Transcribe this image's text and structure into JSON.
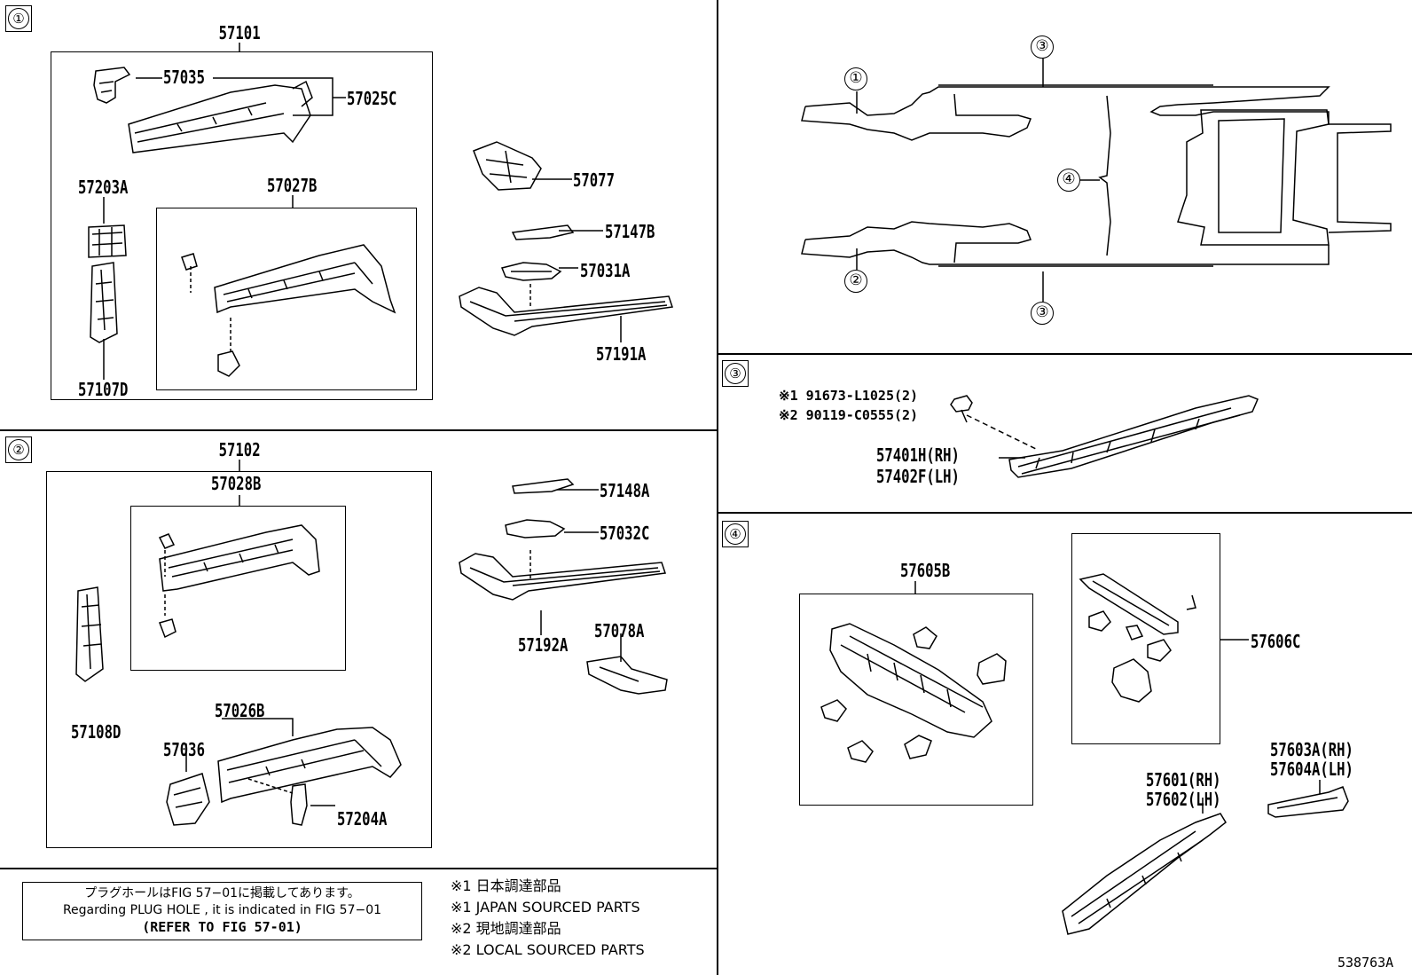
{
  "sections": {
    "s1": "①",
    "s2": "②",
    "s3": "③",
    "s4": "④"
  },
  "section1": {
    "assembly": "57101",
    "p57035": "57035",
    "p57025c": "57025C",
    "p57203a": "57203A",
    "p57027b": "57027B",
    "p57107d": "57107D",
    "p57077": "57077",
    "p57147b": "57147B",
    "p57031a": "57031A",
    "p57191a": "57191A"
  },
  "section2": {
    "assembly": "57102",
    "p57028b": "57028B",
    "p57148a": "57148A",
    "p57032c": "57032C",
    "p57192a": "57192A",
    "p57078a": "57078A",
    "p57108d": "57108D",
    "p57026b": "57026B",
    "p57036": "57036",
    "p57204a": "57204A"
  },
  "overview": {
    "c1": "①",
    "c2": "②",
    "c3a": "③",
    "c3b": "③",
    "c4": "④"
  },
  "section3": {
    "bolt1": "※1 91673-L1025(2)",
    "bolt2": "※2 90119-C0555(2)",
    "rh": "57401H(RH)",
    "lh": "57402F(LH)"
  },
  "section4": {
    "p57605b": "57605B",
    "p57606c": "57606C",
    "p57603a": "57603A(RH)",
    "p57604a": "57604A(LH)",
    "p57601": "57601(RH)",
    "p57602": "57602(LH)"
  },
  "note": {
    "line1": "プラグホールはFIG 57−01に掲載してあります。",
    "line2": "Regarding PLUG HOLE , it is indicated in FIG 57−01",
    "line3": "(REFER TO FIG 57-01)"
  },
  "legend": {
    "l1": "※1 日本調達部品",
    "l2": "※1 JAPAN SOURCED PARTS",
    "l3": "※2 現地調達部品",
    "l4": "※2 LOCAL SOURCED PARTS"
  },
  "figure_code": "538763A"
}
